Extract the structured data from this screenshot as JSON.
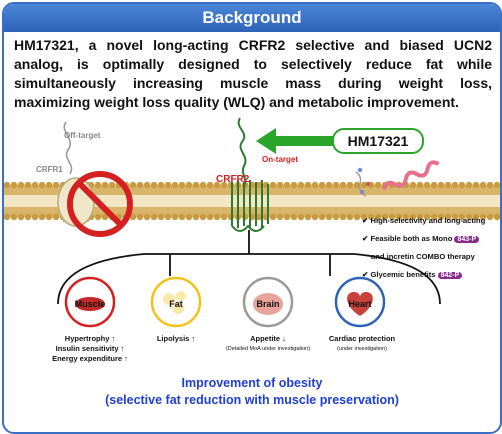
{
  "header": {
    "title": "Background"
  },
  "intro": {
    "text": "HM17321, a novel long-acting CRFR2 selective and biased UCN2 analog, is optimally designed to selectively reduce fat while simultaneously increasing muscle mass during weight loss, maximizing weight loss quality (WLQ) and metabolic improvement."
  },
  "diagram": {
    "off_target": "Off-target",
    "crfr1": "CRFR1",
    "on_target": "On-target",
    "crfr2": "CRFR2",
    "drug": "HM17321"
  },
  "bullets": [
    {
      "pre": "High-selectivity and long-acting",
      "pill": "",
      "post": ""
    },
    {
      "pre": "Feasible both as Mono ",
      "pill": "843-P",
      "post": ""
    },
    {
      "pre": "and incretin COMBO therapy",
      "pill": "",
      "post": ""
    },
    {
      "pre": "Glycemic benefits ",
      "pill": "842-P",
      "post": ""
    }
  ],
  "organs": [
    {
      "label": "Muscle",
      "effect": "Hypertrophy ↑\nInsulin sensitivity ↑\nEnergy expenditure ↑",
      "note": ""
    },
    {
      "label": "Fat",
      "effect": "Lipolysis ↑",
      "note": ""
    },
    {
      "label": "Brain",
      "effect": "Appetite ↓",
      "note": "(Detailed MoA under investigation)"
    },
    {
      "label": "Heart",
      "effect": "Cardiac protection",
      "note": "(under investigation)"
    }
  ],
  "outcome": {
    "line1": "Improvement of obesity",
    "line2": "(selective fat reduction with muscle preservation)"
  },
  "colors": {
    "header": "#3a6fc4",
    "membrane": "#d8b56a",
    "arrow": "#2aa52a",
    "outcome": "#1f3fcf",
    "pill": "#8a2a8f",
    "prohibit": "#d42020"
  }
}
